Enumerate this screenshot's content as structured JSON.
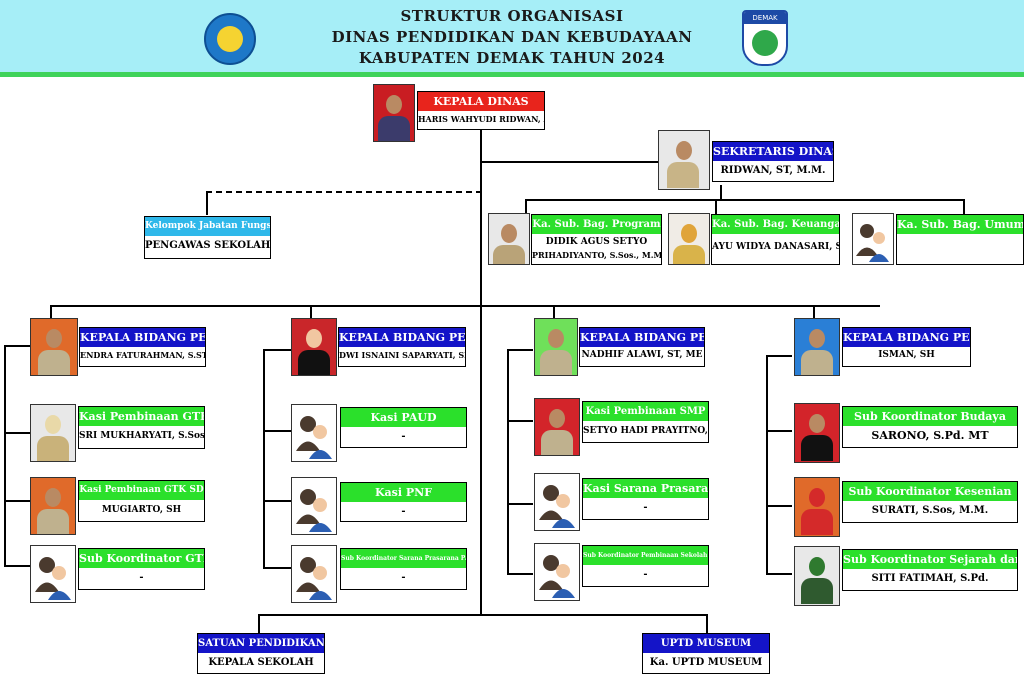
{
  "header": {
    "title_line1": "STRUKTUR ORGANISASI",
    "title_line2": "DINAS PENDIDIKAN DAN KEBUDAYAAN",
    "title_line3": "KABUPATEN DEMAK TAHUN 2024",
    "logo_right_text": "DEMAK"
  },
  "kepala": {
    "title": "KEPALA DINAS",
    "name": "HARIS WAHYUDI RIDWAN, AP, M.Si"
  },
  "sekretaris": {
    "title": "SEKRETARIS DINAS",
    "name": "RIDWAN, ST, M.M."
  },
  "fungsional": {
    "title": "Kelompok Jabatan Fungsional",
    "name": "PENGAWAS SEKOLAH"
  },
  "subbag": [
    {
      "title": "Ka. Sub. Bag. Program",
      "name1": "DIDIK AGUS SETYO",
      "name2": "PRIHADIYANTO, S.Sos., M.M"
    },
    {
      "title": "Ka. Sub. Bag. Keuangan",
      "name1": "AYU WIDYA DANASARI, SE"
    },
    {
      "title": "Ka. Sub. Bag. Umum dan Kepegawaian",
      "name1": ""
    }
  ],
  "bidang": [
    {
      "title": "KEPALA BIDANG PEMBINAAN GTK",
      "name": "ENDRA FATURAHMAN, S.STP. M.Si",
      "seksi": [
        {
          "title": "Kasi Pembinaan GTK TK dan PNF",
          "name": "SRI MUKHARYATI, S.Sos."
        },
        {
          "title": "Kasi Pembinaan GTK SD",
          "name": "MUGIARTO, SH"
        },
        {
          "title": "Sub Koordinator GTK SMP",
          "name": "-"
        }
      ]
    },
    {
      "title": "KEPALA BIDANG PEMBINAAN PAUD DAN PNF",
      "name": "DWI ISNAINI SAPARYATI, SIP, MT.",
      "seksi": [
        {
          "title": "Kasi PAUD",
          "name": "-"
        },
        {
          "title": "Kasi PNF",
          "name": "-"
        },
        {
          "title": "Sub Koordinator Sarana Prasarana PAUD dan PNF",
          "name": "-"
        }
      ]
    },
    {
      "title": "KEPALA BIDANG PEMBINAAN SD DAN SMP",
      "name": "NADHIF ALAWI, ST, ME",
      "seksi": [
        {
          "title": "Kasi Pembinaan SMP",
          "name": "SETYO HADI PRAYITNO, SE"
        },
        {
          "title": "Kasi Sarana Prasarana SD dan SMP",
          "name": "-"
        },
        {
          "title": "Sub Koordinator Pembinaan Sekolah Dasar",
          "name": "-"
        }
      ]
    },
    {
      "title": "KEPALA BIDANG PEMBINAAN KEBUDAYAAN",
      "name": "ISMAN, SH",
      "seksi": [
        {
          "title": "Sub Koordinator Budaya",
          "name": "SARONO, S.Pd. MT"
        },
        {
          "title": "Sub Koordinator Kesenian",
          "name": "SURATI, S.Sos, M.M."
        },
        {
          "title": "Sub Koordinator Sejarah dan Cagar Budaya",
          "name": "SITI FATIMAH, S.Pd."
        }
      ]
    }
  ],
  "satuan": {
    "title": "SATUAN PENDIDIKAN",
    "name": "KEPALA SEKOLAH"
  },
  "uptd": {
    "title": "UPTD MUSEUM",
    "name": "Ka. UPTD MUSEUM"
  },
  "colors": {
    "red": "#e8241c",
    "blue": "#1414c8",
    "green": "#2be02b",
    "cyan": "#2fb8ea",
    "header_bg": "#a6eef7"
  }
}
